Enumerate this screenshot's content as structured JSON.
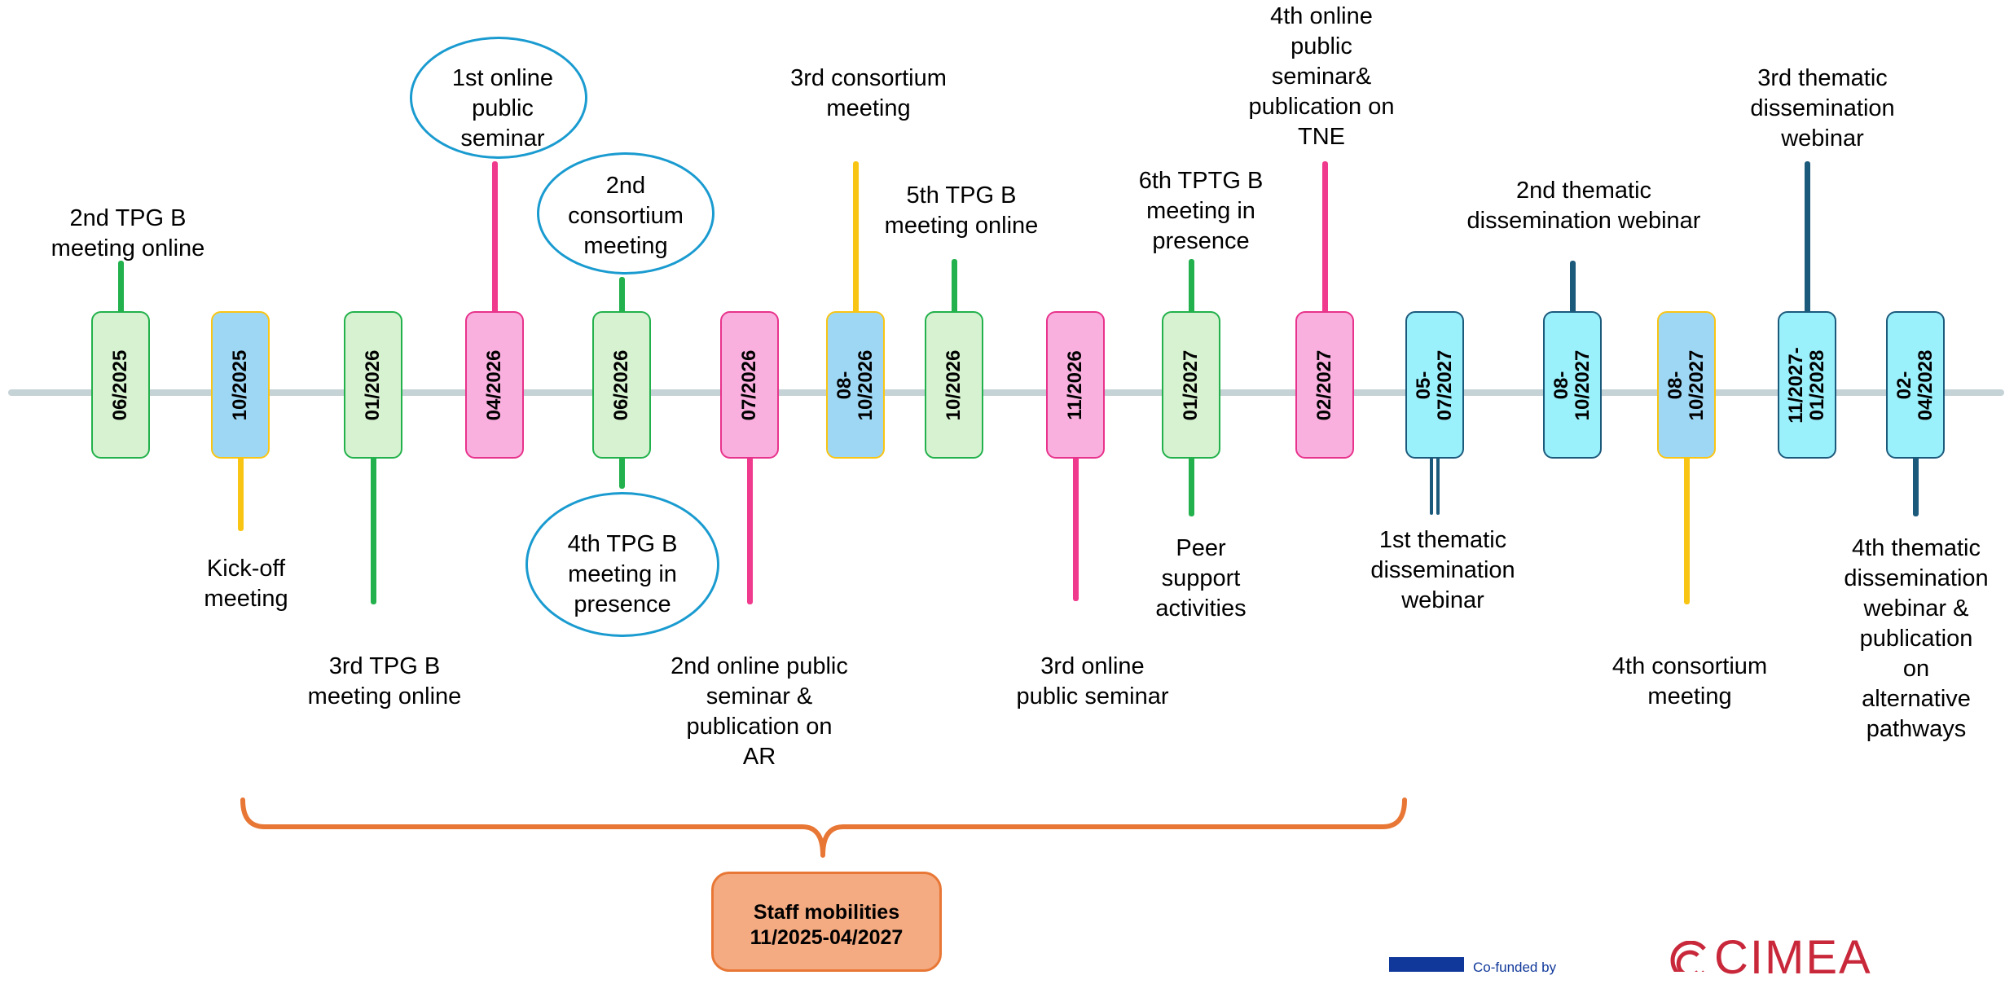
{
  "timeline": {
    "milestones": [
      {
        "date": "06/2025",
        "fill": "#d7f2d0",
        "border": "#22b14c",
        "stem_color": "#22b14c",
        "stem_dir": "up",
        "label": "2nd TPG B\nmeeting online"
      },
      {
        "date": "10/2025",
        "fill": "#9ed7f4",
        "border": "#f9c514",
        "stem_color": "#f9c514",
        "stem_dir": "down",
        "label": "Kick-off\nmeeting"
      },
      {
        "date": "01/2026",
        "fill": "#d7f2d0",
        "border": "#22b14c",
        "stem_color": "#22b14c",
        "stem_dir": "down",
        "label": "3rd TPG B\nmeeting online"
      },
      {
        "date": "04/2026",
        "fill": "#f9b0df",
        "border": "#e8338c",
        "stem_color": "#f03a8d",
        "stem_dir": "up",
        "label": "1st online\npublic\nseminar",
        "oval": true
      },
      {
        "date": "06/2026",
        "fill": "#d7f2d0",
        "border": "#22b14c",
        "stem_color": "#22b14c",
        "stem_dir": "both",
        "label": "2nd\nconsortium\nmeeting",
        "oval": true,
        "label_below": "4th TPG B\nmeeting in\npresence",
        "oval_below": true
      },
      {
        "date": "07/2026",
        "fill": "#f9b0df",
        "border": "#e8338c",
        "stem_color": "#f03a8d",
        "stem_dir": "down",
        "label": "2nd online public\nseminar &\npublication on\nAR"
      },
      {
        "date": "08-10/2026",
        "fill": "#9ed7f4",
        "border": "#f9c514",
        "stem_color": "#f9c514",
        "stem_dir": "up",
        "label": "3rd consortium\nmeeting"
      },
      {
        "date": "10/2026",
        "fill": "#d7f2d0",
        "border": "#22b14c",
        "stem_color": "#22b14c",
        "stem_dir": "up",
        "label": "5th TPG B\nmeeting online"
      },
      {
        "date": "11/2026",
        "fill": "#f9b0df",
        "border": "#e8338c",
        "stem_color": "#f03a8d",
        "stem_dir": "down",
        "label": "3rd online\npublic seminar"
      },
      {
        "date": "01/2027",
        "fill": "#d7f2d0",
        "border": "#22b14c",
        "stem_color": "#22b14c",
        "stem_dir": "both",
        "label": "6th TPTG B\nmeeting in\npresence",
        "label_below": "Peer\nsupport\nactivities"
      },
      {
        "date": "02/2027",
        "fill": "#f9b0df",
        "border": "#e8338c",
        "stem_color": "#f03a8d",
        "stem_dir": "up",
        "label": "4th online\npublic\nseminar&\npublication on\nTNE"
      },
      {
        "date": "05-07/2027",
        "fill": "#9af0fb",
        "border": "#1c5a7c",
        "stem_color": "#1c5a7c",
        "stem_dir": "down",
        "label": "1st thematic\ndissemination\nwebinar",
        "double_stem": true
      },
      {
        "date": "08-10/2027",
        "fill": "#9af0fb",
        "border": "#1c5a7c",
        "stem_color": "#1c5a7c",
        "stem_dir": "up",
        "label": "2nd thematic\ndissemination webinar"
      },
      {
        "date": "08-10/2027",
        "fill": "#9ed7f4",
        "border": "#f9c514",
        "stem_color": "#f9c514",
        "stem_dir": "down",
        "label": "4th consortium\nmeeting"
      },
      {
        "date": "11/2027-\n01/2028",
        "fill": "#9af0fb",
        "border": "#1c5a7c",
        "stem_color": "#1c5a7c",
        "stem_dir": "up",
        "label": "3rd thematic\ndissemination webinar"
      },
      {
        "date": "02-04/2028",
        "fill": "#9af0fb",
        "border": "#1c5a7c",
        "stem_color": "#1c5a7c",
        "stem_dir": "down",
        "label": "4th thematic\ndissemination\nwebinar &\npublication on\nalternative\npathways"
      }
    ]
  },
  "staff": {
    "label": "Staff mobilities\n11/2025-04/2027",
    "brace_color": "#e87736"
  },
  "footer": {
    "eu_text": "Co-funded by",
    "cimea_text": "CIMEA"
  }
}
